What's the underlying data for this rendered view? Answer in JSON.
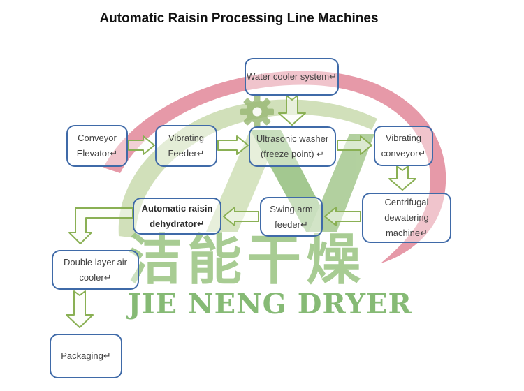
{
  "title": "Automatic Raisin Processing Line Machines",
  "watermark": {
    "chinese_text": "洁能干燥",
    "english_text": "JIE NENG DRYER",
    "colors": {
      "red_ribbon": "#dd7187",
      "green_ribbon": "#b5cd90",
      "monogram_light": "#c3d8a5",
      "monogram_dark": "#79af5c",
      "gear": "#9cba78",
      "chinese_text": "#96c27c",
      "english_text": "#76b163"
    }
  },
  "flowchart": {
    "style": {
      "box_border_color": "#3f6aa8",
      "arrow_outline_color": "#8ab054",
      "text_color": "#404040"
    },
    "boxes": {
      "water_cooler": {
        "label": "Water cooler system↵"
      },
      "conveyor_elevator": {
        "label": "Conveyor\nElevator↵"
      },
      "vibrating_feeder": {
        "label": "Vibrating\nFeeder↵"
      },
      "ultrasonic_washer": {
        "label": "Ultrasonic washer\n(freeze point) ↵"
      },
      "vibrating_conveyor": {
        "label": "Vibrating\nconveyor↵"
      },
      "centrifugal_dewatering": {
        "label": "Centrifugal\ndewatering\nmachine↵"
      },
      "swing_arm_feeder": {
        "label": "Swing arm\nfeeder↵"
      },
      "automatic_raisin_dehydrator": {
        "label": "Automatic raisin\ndehydrator↵"
      },
      "double_layer_air_cooler": {
        "label": "Double layer air\ncooler↵"
      },
      "packaging": {
        "label": "Packaging↵"
      }
    },
    "connections": [
      {
        "from": "conveyor_elevator",
        "to": "vibrating_feeder",
        "direction": "right"
      },
      {
        "from": "vibrating_feeder",
        "to": "ultrasonic_washer",
        "direction": "right"
      },
      {
        "from": "water_cooler",
        "to": "ultrasonic_washer",
        "direction": "down"
      },
      {
        "from": "ultrasonic_washer",
        "to": "vibrating_conveyor",
        "direction": "right"
      },
      {
        "from": "vibrating_conveyor",
        "to": "centrifugal_dewatering",
        "direction": "down"
      },
      {
        "from": "centrifugal_dewatering",
        "to": "swing_arm_feeder",
        "direction": "left"
      },
      {
        "from": "swing_arm_feeder",
        "to": "automatic_raisin_dehydrator",
        "direction": "left"
      },
      {
        "from": "automatic_raisin_dehydrator",
        "to": "double_layer_air_cooler",
        "direction": "elbow-left-down"
      },
      {
        "from": "double_layer_air_cooler",
        "to": "packaging",
        "direction": "down"
      }
    ]
  }
}
